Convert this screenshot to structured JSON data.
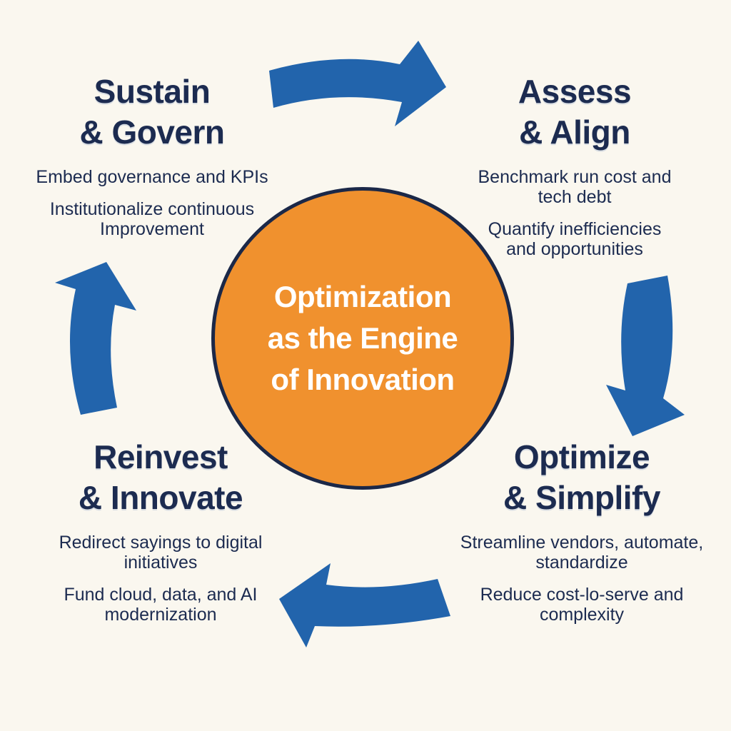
{
  "page": {
    "background": "#FAF7EF"
  },
  "colors": {
    "arrow_blue": "#2264AC",
    "text_navy": "#1C2B50",
    "circle_orange": "#F0912E",
    "circle_border_navy": "#1B2848",
    "center_text_white": "#FFFFFF"
  },
  "center": {
    "lines": [
      "Optimization",
      "as the Engine",
      "of Innovation"
    ]
  },
  "quadrants": [
    {
      "id": "sustain-govern",
      "title_lines": [
        "Sustain",
        "& Govern"
      ],
      "bullets": [
        [
          "Embed governance and KPIs"
        ],
        [
          "Institutionalize continuous",
          "Improvement"
        ]
      ]
    },
    {
      "id": "assess-align",
      "title_lines": [
        "Assess",
        "& Align"
      ],
      "bullets": [
        [
          "Benchmark run cost and",
          "tech debt"
        ],
        [
          "Quantify inefficiencies",
          "and opportunities"
        ]
      ]
    },
    {
      "id": "reinvest-innovate",
      "title_lines": [
        "Reinvest",
        "& Innovate"
      ],
      "bullets": [
        [
          "Redirect sayings to digital",
          "initiatives"
        ],
        [
          "Fund cloud, data, and AI",
          "modernization"
        ]
      ]
    },
    {
      "id": "optimize-simplify",
      "title_lines": [
        "Optimize",
        "& Simplify"
      ],
      "bullets": [
        [
          "Streamline vendors, automate,",
          "standardize"
        ],
        [
          "Reduce cost-lo-serve and",
          "complexity"
        ]
      ]
    }
  ],
  "arrows": {
    "color": "#2264AC",
    "flow": "clockwise",
    "items": [
      "top",
      "right",
      "bottom",
      "left"
    ]
  }
}
